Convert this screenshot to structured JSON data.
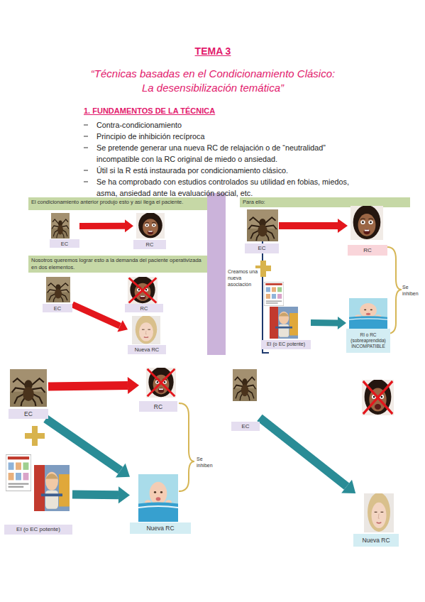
{
  "diagram": {
    "title": "TEMA 3",
    "nodes": [
      {
        "text": [
          "El condicionamiento anterior produjo esto y así llega el paciente."
        ]
      },
      {
        "text": [
          "EC"
        ]
      },
      {
        "text": [
          "RC"
        ]
      },
      {
        "text": [
          "Nosotros queremos lograr esto a la demanda del paciente operativizada en dos elementos."
        ]
      },
      {
        "text": [
          "EC"
        ]
      },
      {
        "text": [
          "RC"
        ]
      },
      {
        "text": [
          "Nueva RC"
        ]
      },
      {
        "text": [
          "Para ello:"
        ]
      },
      {
        "text": [
          "EC"
        ]
      },
      {
        "text": [
          "RC"
        ]
      },
      {
        "text": [
          "EI (o EC potente)"
        ]
      },
      {
        "text": [
          "RI o RC (sobreaprendida) INCOMPATIBLE"
        ]
      },
      {
        "text": [
          "EC"
        ]
      },
      {
        "text": [
          "RC"
        ]
      },
      {
        "text": [
          "EI (o EC potente)"
        ]
      },
      {
        "text": [
          "Nueva RC"
        ]
      },
      {
        "text": [
          "EC"
        ]
      },
      {
        "text": [
          "Nueva RC"
        ]
      }
    ],
    "edges": [
      {
        "from": 1,
        "to": 2,
        "arrow": "to"
      },
      {
        "from": 4,
        "to": 6,
        "arrow": "to"
      },
      {
        "from": 8,
        "to": 9,
        "arrow": "to"
      },
      {
        "from": 10,
        "to": 11,
        "arrow": "to"
      },
      {
        "from": 12,
        "to": 13,
        "arrow": "to"
      },
      {
        "from": 12,
        "to": 15,
        "arrow": "to"
      },
      {
        "from": 14,
        "to": 15,
        "arrow": "to"
      },
      {
        "from": 16,
        "to": 17,
        "arrow": "to"
      }
    ],
    "labels": [
      "“Técnicas basadas en el Condicionamiento Clásico: La desensibilización temática”",
      "1. FUNDAMENTOS DE LA TÉCNICA",
      "Contra-condicionamiento",
      "Principio de inhibición recíproca",
      "Se pretende generar una nueva RC de relajación o de “neutralidad” incompatible con la RC original de miedo o ansiedad.",
      "Útil si la R está instaurada por condicionamiento clásico.",
      "Se ha comprobado con estudios controlados su utilidad en fobias, miedos, asma, ansiedad ante la evaluación social, etc.",
      "Creamos una nueva asociación",
      "Se inhiben",
      "Se inhiben"
    ]
  }
}
